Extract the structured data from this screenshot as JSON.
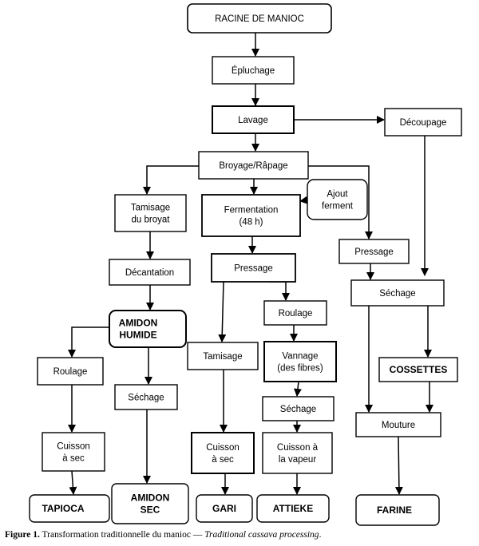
{
  "nodes": {
    "racine": [
      "RACINE DE MANIOC"
    ],
    "epluchage": [
      "Épluchage"
    ],
    "lavage": [
      "Lavage"
    ],
    "decoupage": [
      "Découpage"
    ],
    "broyage": [
      "Broyage/Râpage"
    ],
    "tamisage_broyat": [
      "Tamisage",
      "du broyat"
    ],
    "fermentation": [
      "Fermentation",
      "(48 h)"
    ],
    "ajout_ferment": [
      "Ajout",
      "ferment"
    ],
    "pressage_right": [
      "Pressage"
    ],
    "decantation": [
      "Décantation"
    ],
    "pressage_mid": [
      "Pressage"
    ],
    "sechage_right": [
      "Séchage"
    ],
    "amidon_humide": [
      "AMIDON",
      "HUMIDE"
    ],
    "roulage_mid": [
      "Roulage"
    ],
    "tamisage_mid": [
      "Tamisage"
    ],
    "vannage": [
      "Vannage",
      "(des fibres)"
    ],
    "cossettes": [
      "COSSETTES"
    ],
    "roulage_left": [
      "Roulage"
    ],
    "sechage_left": [
      "Séchage"
    ],
    "sechage_mid": [
      "Séchage"
    ],
    "mouture": [
      "Mouture"
    ],
    "cuisson_sec_left": [
      "Cuisson",
      "à sec"
    ],
    "cuisson_sec_mid": [
      "Cuisson",
      "à sec"
    ],
    "cuisson_vapeur": [
      "Cuisson à",
      "la vapeur"
    ],
    "tapioca": [
      "TAPIOCA"
    ],
    "amidon_sec": [
      "AMIDON",
      "SEC"
    ],
    "gari": [
      "GARI"
    ],
    "attieke": [
      "ATTIEKE"
    ],
    "farine": [
      "FARINE"
    ]
  },
  "caption": {
    "label": "Figure 1.",
    "text_fr": " Transformation traditionnelle du manioc — ",
    "text_en": "Traditional cassava processing",
    "end": "."
  }
}
